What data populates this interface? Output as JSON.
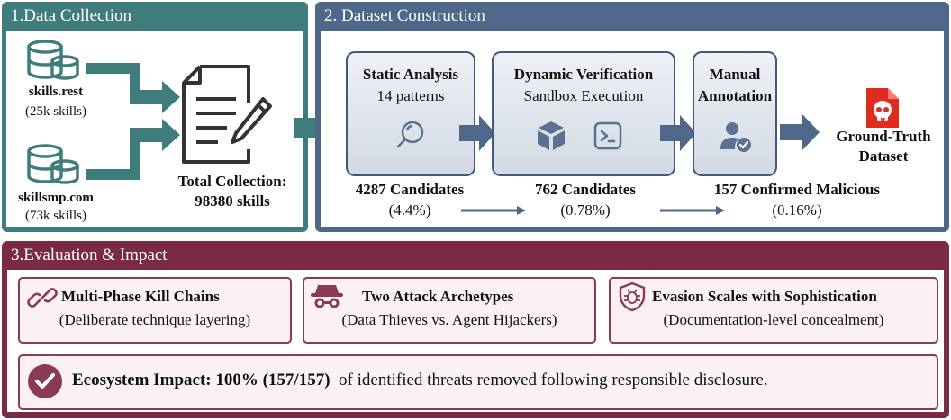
{
  "panel1": {
    "title": "1.Data Collection",
    "sources": [
      {
        "name": "skills.rest",
        "count": "(25k skills)"
      },
      {
        "name": "skillsmp.com",
        "count": "(73k skills)"
      }
    ],
    "total_label": "Total Collection:",
    "total_value": "98380 skills"
  },
  "panel2": {
    "title": "2. Dataset Construction",
    "stages": [
      {
        "title": "Static Analysis",
        "subtitle": "14 patterns",
        "result": "4287 Candidates",
        "pct": "(4.4%)"
      },
      {
        "title": "Dynamic Verification",
        "subtitle": "Sandbox Execution",
        "result": "762 Candidates",
        "pct": "(0.78%)"
      },
      {
        "title": "Manual",
        "title2": "Annotation",
        "result": "157 Confirmed Malicious",
        "pct": "(0.16%)"
      }
    ],
    "output_label": "Ground-Truth",
    "output_label2": "Dataset"
  },
  "panel3": {
    "title": "3.Evaluation & Impact",
    "cards": [
      {
        "title": "Multi-Phase Kill Chains",
        "subtitle": "(Deliberate technique layering)"
      },
      {
        "title": "Two Attack Archetypes",
        "subtitle": "(Data Thieves vs. Agent Hijackers)"
      },
      {
        "title": "Evasion Scales with Sophistication",
        "subtitle": "(Documentation-level concealment)"
      }
    ],
    "impact_bold": "Ecosystem Impact: 100% (157/157)",
    "impact_rest": "of identified threats removed following responsible disclosure."
  },
  "colors": {
    "teal": "#3f7d7c",
    "slate": "#4f6889",
    "maroon": "#7b2a45",
    "red_doc": "#e02b1f"
  },
  "icons": [
    "database-icon",
    "document-pen-icon",
    "magnifier-icon",
    "cube-icon",
    "terminal-icon",
    "user-check-icon",
    "skull-file-icon",
    "link-icon",
    "spy-icon",
    "shield-bug-icon",
    "check-circle-icon"
  ]
}
